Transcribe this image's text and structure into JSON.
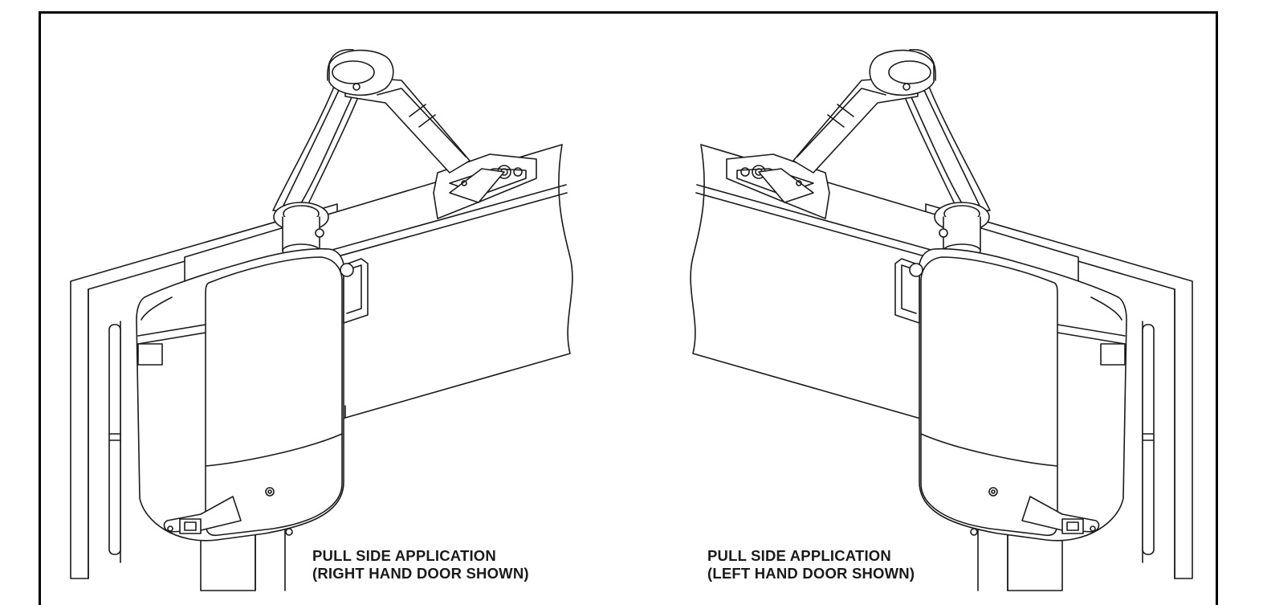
{
  "captions": {
    "left": {
      "line1": "PULL SIDE APPLICATION",
      "line2": "(RIGHT HAND DOOR SHOWN)"
    },
    "right": {
      "line1": "PULL SIDE APPLICATION",
      "line2": "(LEFT HAND DOOR SHOWN)"
    }
  },
  "colors": {
    "line": "#1a1a1a",
    "fill": "#ffffff"
  }
}
